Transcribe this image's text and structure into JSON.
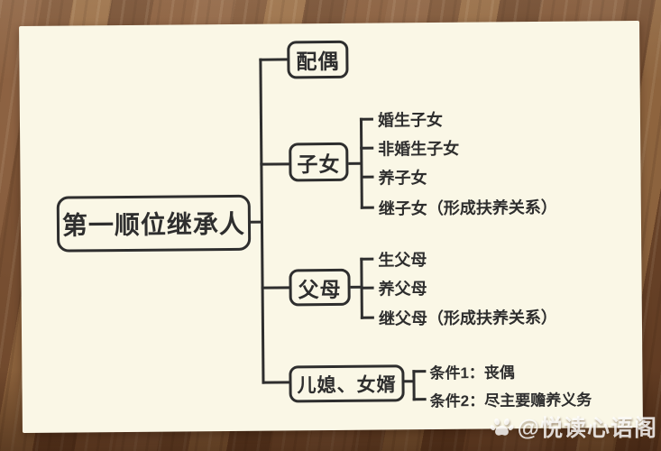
{
  "colors": {
    "line": "#2e2e2e",
    "card_background": "#faf7e6",
    "wood_brown": "#7b4f31",
    "watermark_text": "#ffffff"
  },
  "watermark": {
    "icon": "paw-icon",
    "text": "@悦读心语阁"
  },
  "diagram": {
    "root": "第一顺位继承人",
    "branches": [
      {
        "label": "配偶",
        "children": []
      },
      {
        "label": "子女",
        "children": [
          "婚生子女",
          "非婚生子女",
          "养子女",
          "继子女（形成扶养关系）"
        ]
      },
      {
        "label": "父母",
        "children": [
          "生父母",
          "养父母",
          "继父母（形成扶养关系）"
        ]
      },
      {
        "label": "儿媳、女婿",
        "children": [
          "条件1：丧偶",
          "条件2：尽主要赡养义务"
        ]
      }
    ]
  }
}
